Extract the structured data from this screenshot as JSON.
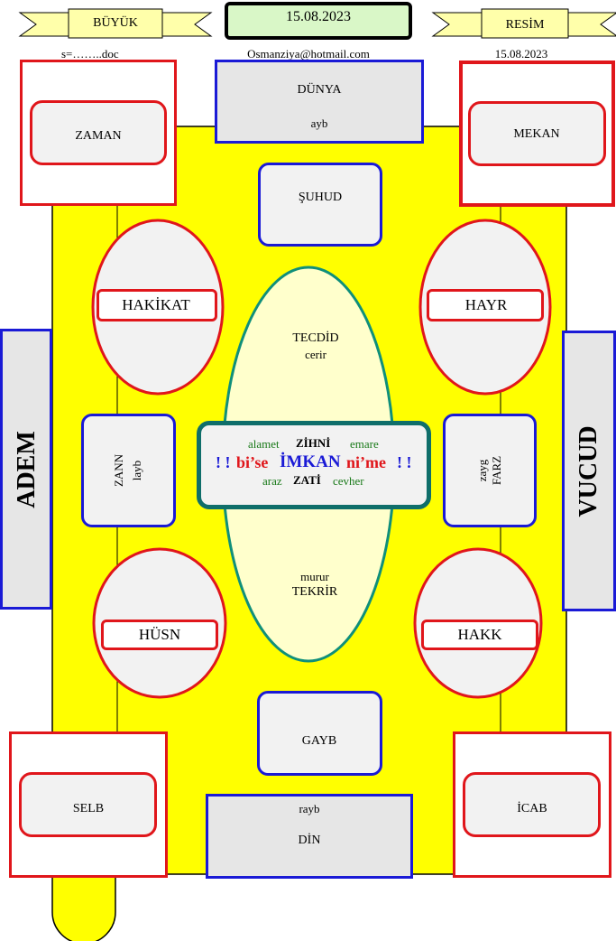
{
  "banners": {
    "left": "BÜYÜK",
    "right": "RESİM",
    "date_box": "15.08.2023"
  },
  "header": {
    "file_name": "s=……..doc",
    "email": "Osmanziya@hotmail.com",
    "date": "15.08.2023"
  },
  "corners": {
    "top_left": "ZAMAN",
    "top_right": "MEKAN",
    "bottom_left": "SELB",
    "bottom_right": "İCAB"
  },
  "top_box": {
    "title": "DÜNYA",
    "sub": "ayb"
  },
  "bottom_box": {
    "sub": "rayb",
    "title": "DİN"
  },
  "shuhud": "ŞUHUD",
  "gayb": "GAYB",
  "side": {
    "left": "ADEM",
    "right": "VUCUD"
  },
  "ovals": {
    "upper_left": "HAKİKAT",
    "upper_right": "HAYR",
    "lower_left": "HÜSN",
    "lower_right": "HAKK"
  },
  "center_oval": {
    "top_title": "TECDİD",
    "top_sub": "cerir",
    "bottom_sub": "murur",
    "bottom_title": "TEKRİR"
  },
  "inner_left": {
    "title": "ZANN",
    "sub": "layb"
  },
  "inner_right": {
    "sub": "zayg",
    "title": "FARZ"
  },
  "center_box": {
    "row1": {
      "left": "alamet",
      "mid": "ZİHNİ",
      "right": "emare"
    },
    "row2": {
      "ex_left": "! !",
      "word1": "bi’se",
      "main": "İMKAN",
      "word2": "ni’me",
      "ex_right": "! !"
    },
    "row3": {
      "left": "araz",
      "mid": "ZATİ",
      "right": "cevher"
    }
  },
  "colors": {
    "yellow": "#ffff00",
    "red": "#e0161b",
    "blue": "#1a1ad6",
    "teal": "#0f6e6a",
    "green": "#1a7a1a",
    "cream": "#ffffcc",
    "gray": "#e6e6e6",
    "banner": "#ffffaa"
  }
}
